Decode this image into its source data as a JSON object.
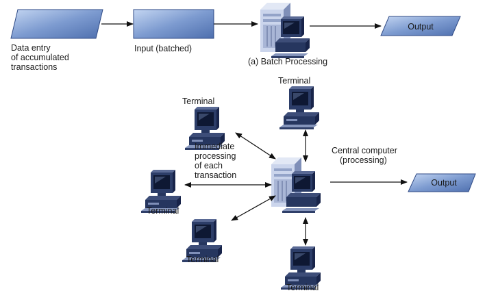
{
  "batch": {
    "data_entry_lines": [
      "Data entry",
      "of accumulated",
      "transactions"
    ],
    "input_label": "Input (batched)",
    "caption": "(a) Batch Processing",
    "output_label": "Output"
  },
  "online": {
    "central_lines": [
      "Central computer",
      "(processing)"
    ],
    "immediate_lines": [
      "Immediate",
      "processing",
      "of each",
      "transaction"
    ],
    "output_label": "Output",
    "terminal_label": "Terminal"
  },
  "colors": {
    "box_fill": "#5b7fbf",
    "box_light": "#a9c2ea",
    "computer_light": "#c9d3ea",
    "computer_dark": "#1e2f5e",
    "screen": "#1c2a4c",
    "line": "#111111"
  }
}
